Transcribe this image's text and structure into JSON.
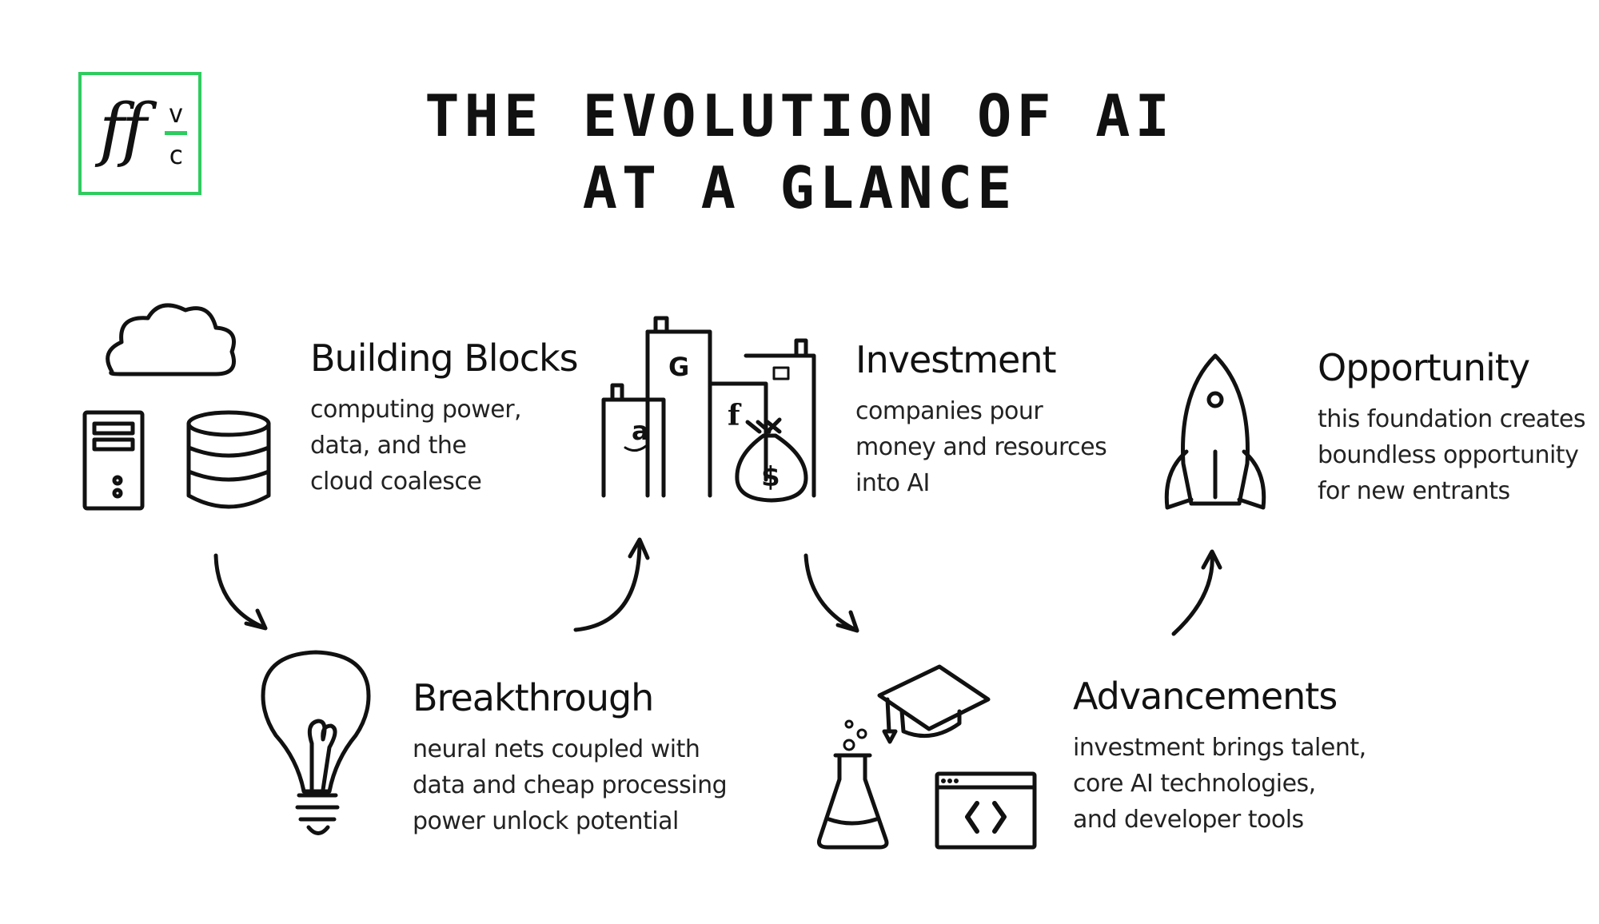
{
  "logo": {
    "ff": "ff",
    "v": "v",
    "c": "c",
    "brand_color": "#2ecc5f"
  },
  "title": {
    "line1": "THE EVOLUTION OF AI",
    "line2": "AT A GLANCE"
  },
  "stages": [
    {
      "title": "Building Blocks",
      "lines": [
        "computing power,",
        "data, and the",
        "cloud coalesce"
      ],
      "icons": [
        "cloud-icon",
        "server-tower-icon",
        "database-icon"
      ]
    },
    {
      "title": "Breakthrough",
      "lines": [
        "neural nets coupled with",
        "data and cheap processing",
        "power unlock potential"
      ],
      "icons": [
        "lightbulb-icon"
      ]
    },
    {
      "title": "Investment",
      "lines": [
        "companies pour",
        "money and resources",
        "into AI"
      ],
      "icons": [
        "company-buildings-icon",
        "money-bag-icon"
      ]
    },
    {
      "title": "Advancements",
      "lines": [
        "investment brings talent,",
        "core AI technologies,",
        "and developer tools"
      ],
      "icons": [
        "graduation-cap-icon",
        "flask-icon",
        "code-window-icon"
      ]
    },
    {
      "title": "Opportunity",
      "lines": [
        "this foundation creates",
        "boundless opportunity",
        "for new entrants"
      ],
      "icons": [
        "rocket-icon"
      ]
    }
  ],
  "building_labels": {
    "amazon": "a",
    "google": "G",
    "facebook": "f",
    "money": "$"
  }
}
